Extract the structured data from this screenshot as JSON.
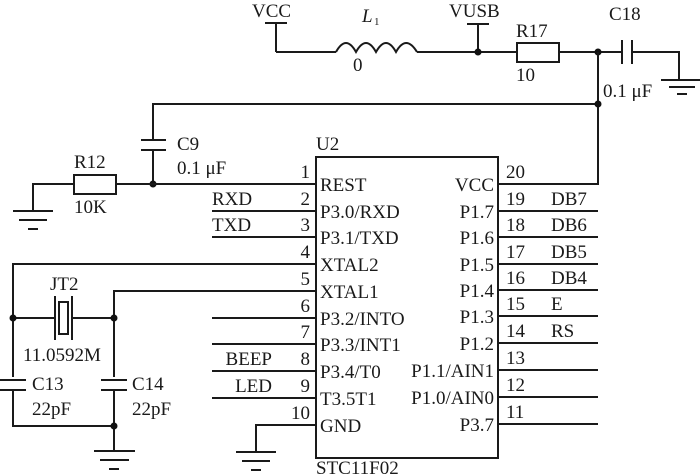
{
  "diagram": {
    "type": "circuit-schematic",
    "power_nets": {
      "vcc": "VCC",
      "vusb": "VUSB"
    },
    "components": {
      "l1": {
        "ref": "L",
        "ref_sub": "1",
        "value": "0"
      },
      "r17": {
        "ref": "R17",
        "value": "10"
      },
      "c18": {
        "ref": "C18",
        "value": "0.1 μF"
      },
      "c9": {
        "ref": "C9",
        "value": "0.1 μF"
      },
      "r12": {
        "ref": "R12",
        "value": "10K"
      },
      "jt2": {
        "ref": "JT2",
        "value": "11.0592M"
      },
      "c13": {
        "ref": "C13",
        "value": "22pF"
      },
      "c14": {
        "ref": "C14",
        "value": "22pF"
      }
    },
    "ic": {
      "ref": "U2",
      "part": "STC11F02",
      "left_pins": [
        {
          "num": "1",
          "name": "REST",
          "net": ""
        },
        {
          "num": "2",
          "name": "P3.0/RXD",
          "net": "RXD"
        },
        {
          "num": "3",
          "name": "P3.1/TXD",
          "net": "TXD"
        },
        {
          "num": "4",
          "name": "XTAL2",
          "net": ""
        },
        {
          "num": "5",
          "name": "XTAL1",
          "net": ""
        },
        {
          "num": "6",
          "name": "P3.2/INTO",
          "net": ""
        },
        {
          "num": "7",
          "name": "P3.3/INT1",
          "net": ""
        },
        {
          "num": "8",
          "name": "P3.4/T0",
          "net": "BEEP"
        },
        {
          "num": "9",
          "name": "T3.5T1",
          "net": "LED"
        },
        {
          "num": "10",
          "name": "GND",
          "net": ""
        }
      ],
      "right_pins": [
        {
          "num": "20",
          "name": "VCC",
          "net": ""
        },
        {
          "num": "19",
          "name": "P1.7",
          "net": "DB7"
        },
        {
          "num": "18",
          "name": "P1.6",
          "net": "DB6"
        },
        {
          "num": "17",
          "name": "P1.5",
          "net": "DB5"
        },
        {
          "num": "16",
          "name": "P1.4",
          "net": "DB4"
        },
        {
          "num": "15",
          "name": "P1.3",
          "net": "E"
        },
        {
          "num": "14",
          "name": "P1.2",
          "net": "RS"
        },
        {
          "num": "13",
          "name": "P1.1/AIN1",
          "net": ""
        },
        {
          "num": "12",
          "name": "P1.0/AIN0",
          "net": ""
        },
        {
          "num": "11",
          "name": "P3.7",
          "net": ""
        }
      ]
    }
  }
}
